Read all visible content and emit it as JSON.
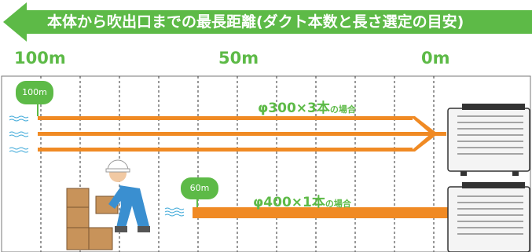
{
  "banner": {
    "title": "本体から吹出口までの最長距離(ダクト本数と長さ選定の目安)",
    "color": "#5dba47"
  },
  "distance_labels": [
    "100m",
    "50m",
    "0m"
  ],
  "callouts": [
    "100m",
    "60m"
  ],
  "cases": [
    {
      "main": "φ300×3本",
      "suffix": "の場合"
    },
    {
      "main": "φ400×1本",
      "suffix": "の場合"
    }
  ],
  "colors": {
    "accent": "#5dba47",
    "duct": "#f08a24",
    "box": "#c8935a",
    "worker_suit": "#3a8fd0"
  },
  "icons": [
    "left-arrow-icon",
    "air-outlet-icon",
    "worker-icon",
    "cardboard-box-icon",
    "air-conditioner-unit-icon"
  ]
}
